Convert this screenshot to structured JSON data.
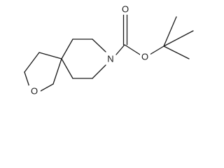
{
  "molecule": {
    "atoms": {
      "nitrogen": "N",
      "ring_oxygen": "O",
      "ester_oxygen": "O",
      "carbonyl_oxygen": "O"
    }
  },
  "colors": {
    "bond": "#1a1a1a",
    "background": "#ffffff"
  }
}
